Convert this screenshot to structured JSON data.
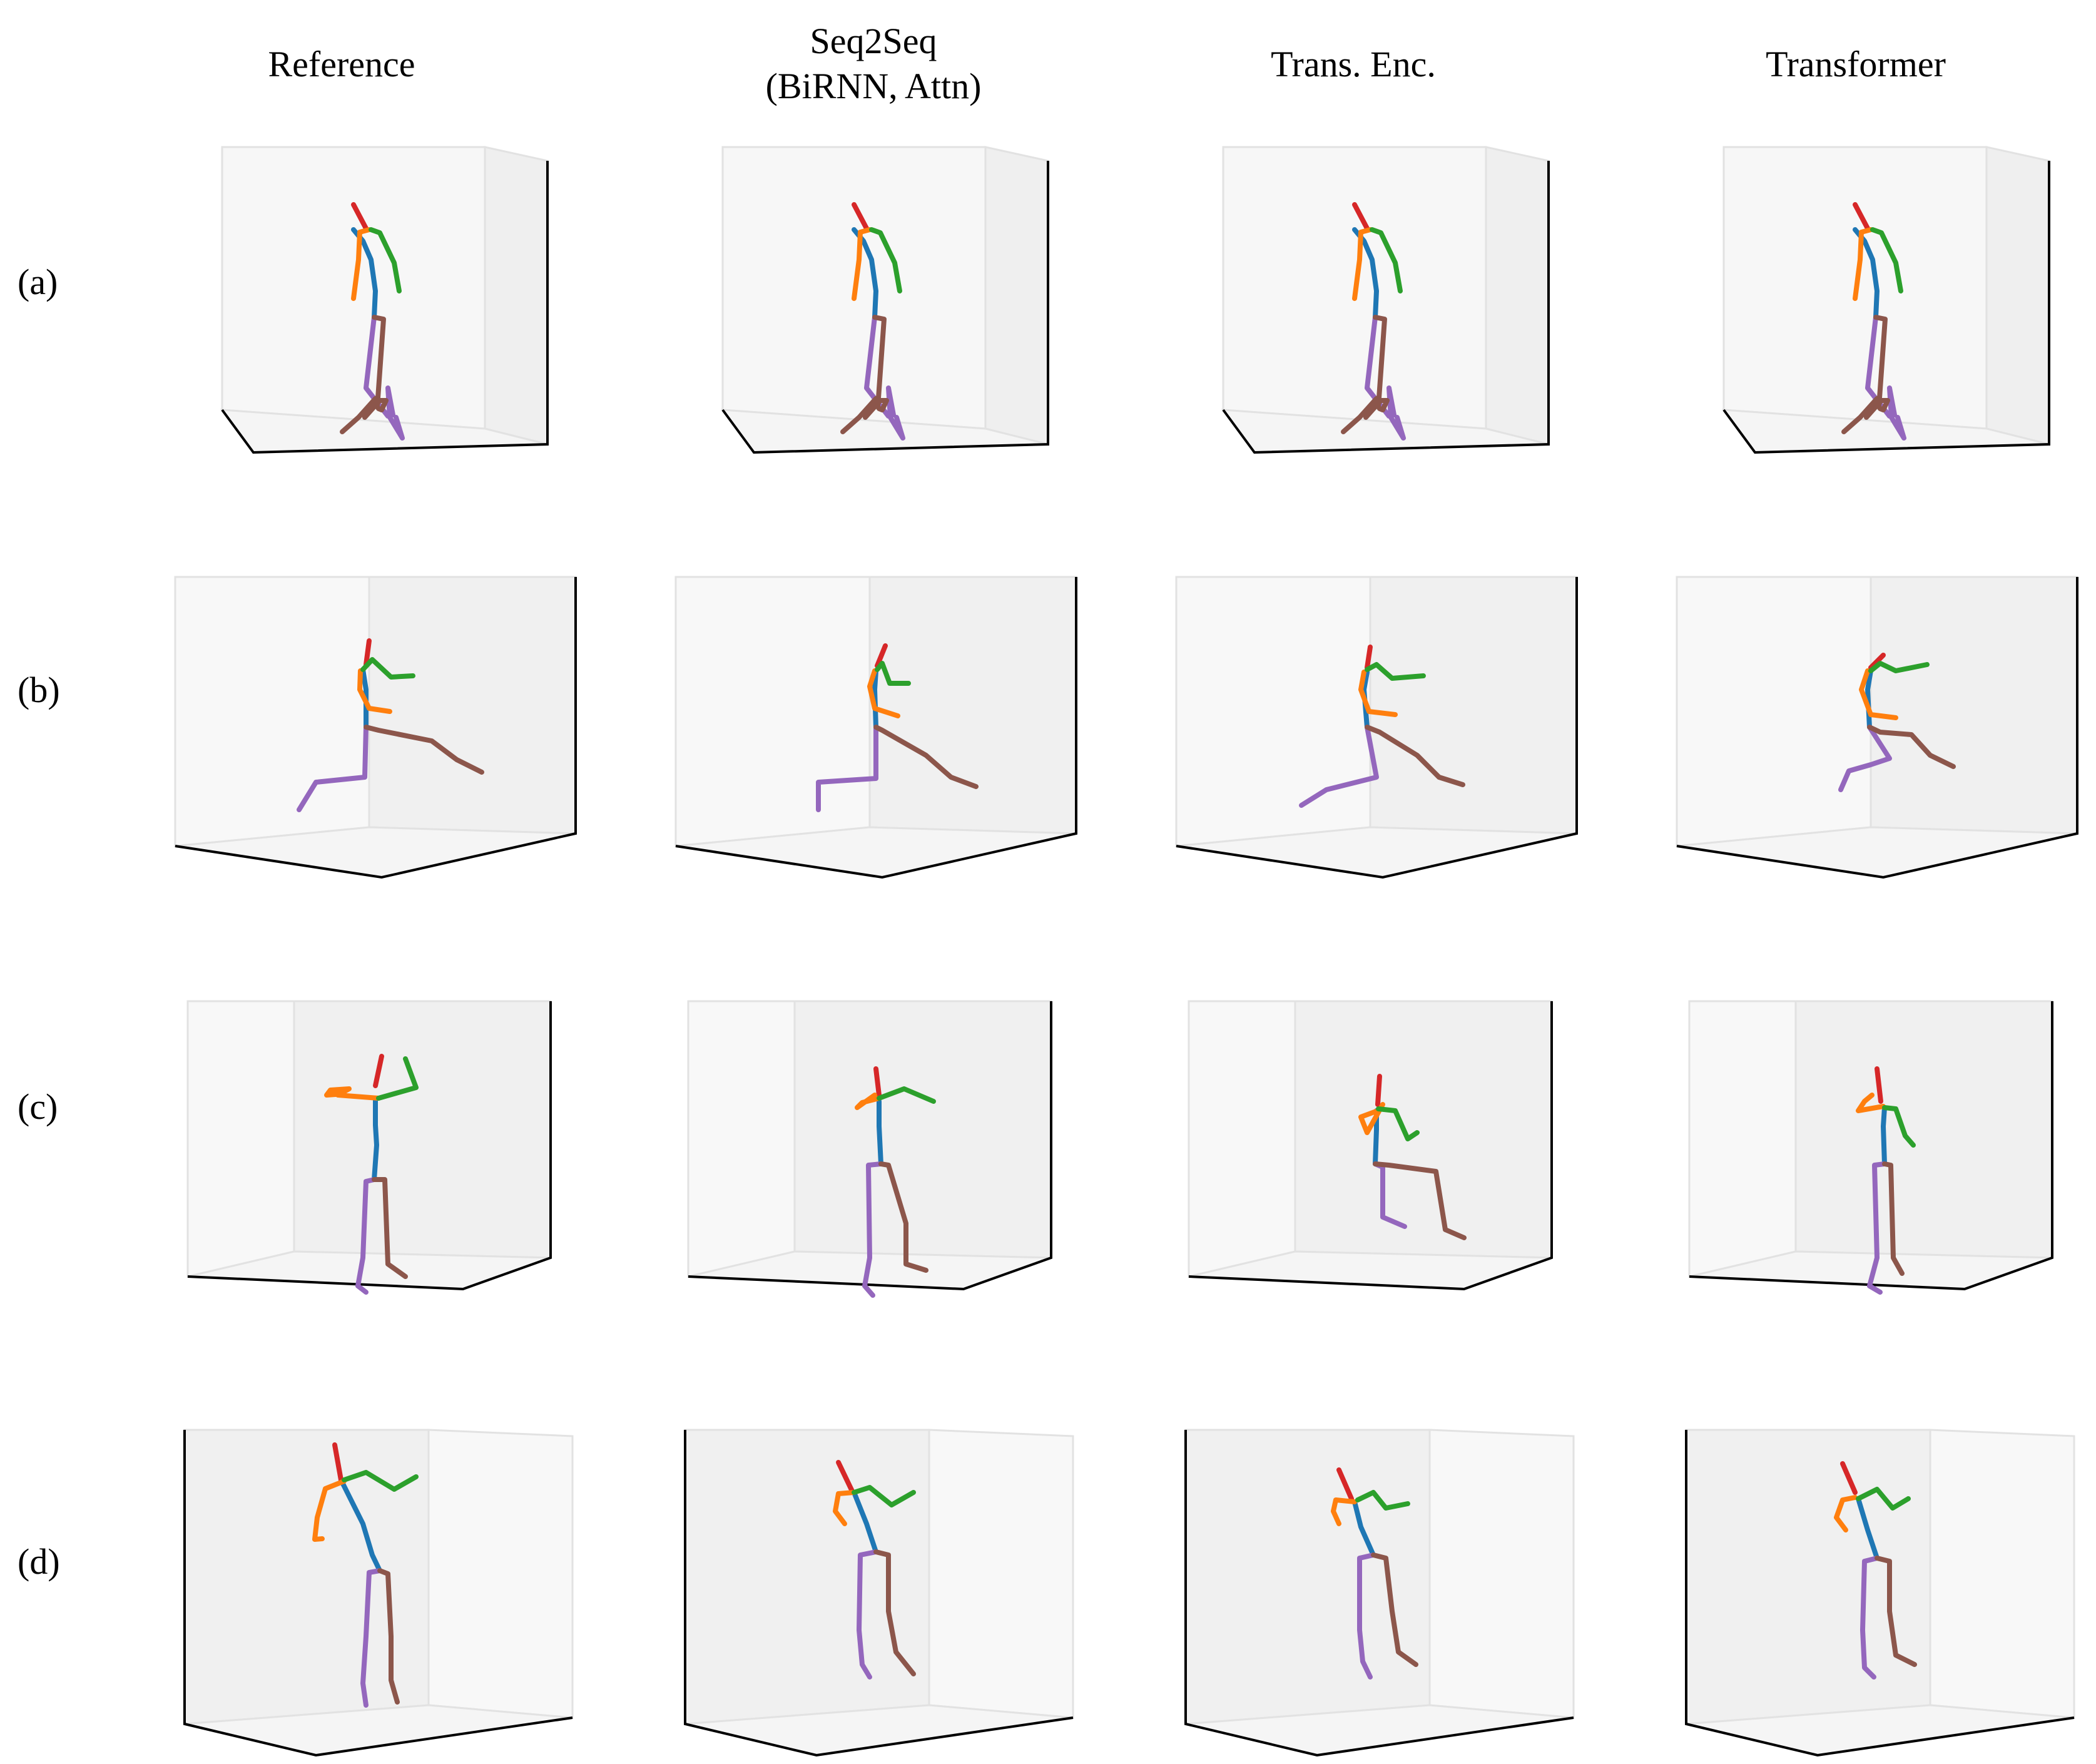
{
  "columns": [
    {
      "label_lines": [
        "Reference"
      ]
    },
    {
      "label_lines": [
        "Seq2Seq",
        "(BiRNN, Attn)"
      ]
    },
    {
      "label_lines": [
        "Trans. Enc."
      ]
    },
    {
      "label_lines": [
        "Transformer"
      ]
    }
  ],
  "rows": [
    {
      "label": "(a)"
    },
    {
      "label": "(b)"
    },
    {
      "label": "(c)"
    },
    {
      "label": "(d)"
    }
  ],
  "colors": {
    "spine": "#1f77b4",
    "head": "#d62728",
    "arm_right": "#ff7f0e",
    "arm_left": "#2ca02c",
    "leg_right": "#9467bd",
    "leg_left": "#8c564b",
    "box_edge": "#e2e2e2",
    "axis": "#000000"
  }
}
